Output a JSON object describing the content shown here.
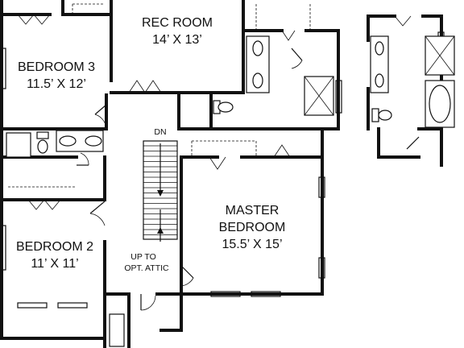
{
  "rooms": {
    "rec_room": {
      "name": "REC ROOM",
      "size": "14’ X 13’"
    },
    "bedroom_3": {
      "name": "BEDROOM 3",
      "size": "11.5’ X 12’"
    },
    "bedroom_2": {
      "name": "BEDROOM 2",
      "size": "11’ X 11’"
    },
    "master_bedroom": {
      "name_line1": "MASTER",
      "name_line2": "BEDROOM",
      "size": "15.5’ X 15’"
    }
  },
  "stair": {
    "down_label": "DN",
    "up_label_line1": "UP TO",
    "up_label_line2": "OPT. ATTIC"
  },
  "colors": {
    "line": "#111111",
    "background": "#ffffff"
  }
}
